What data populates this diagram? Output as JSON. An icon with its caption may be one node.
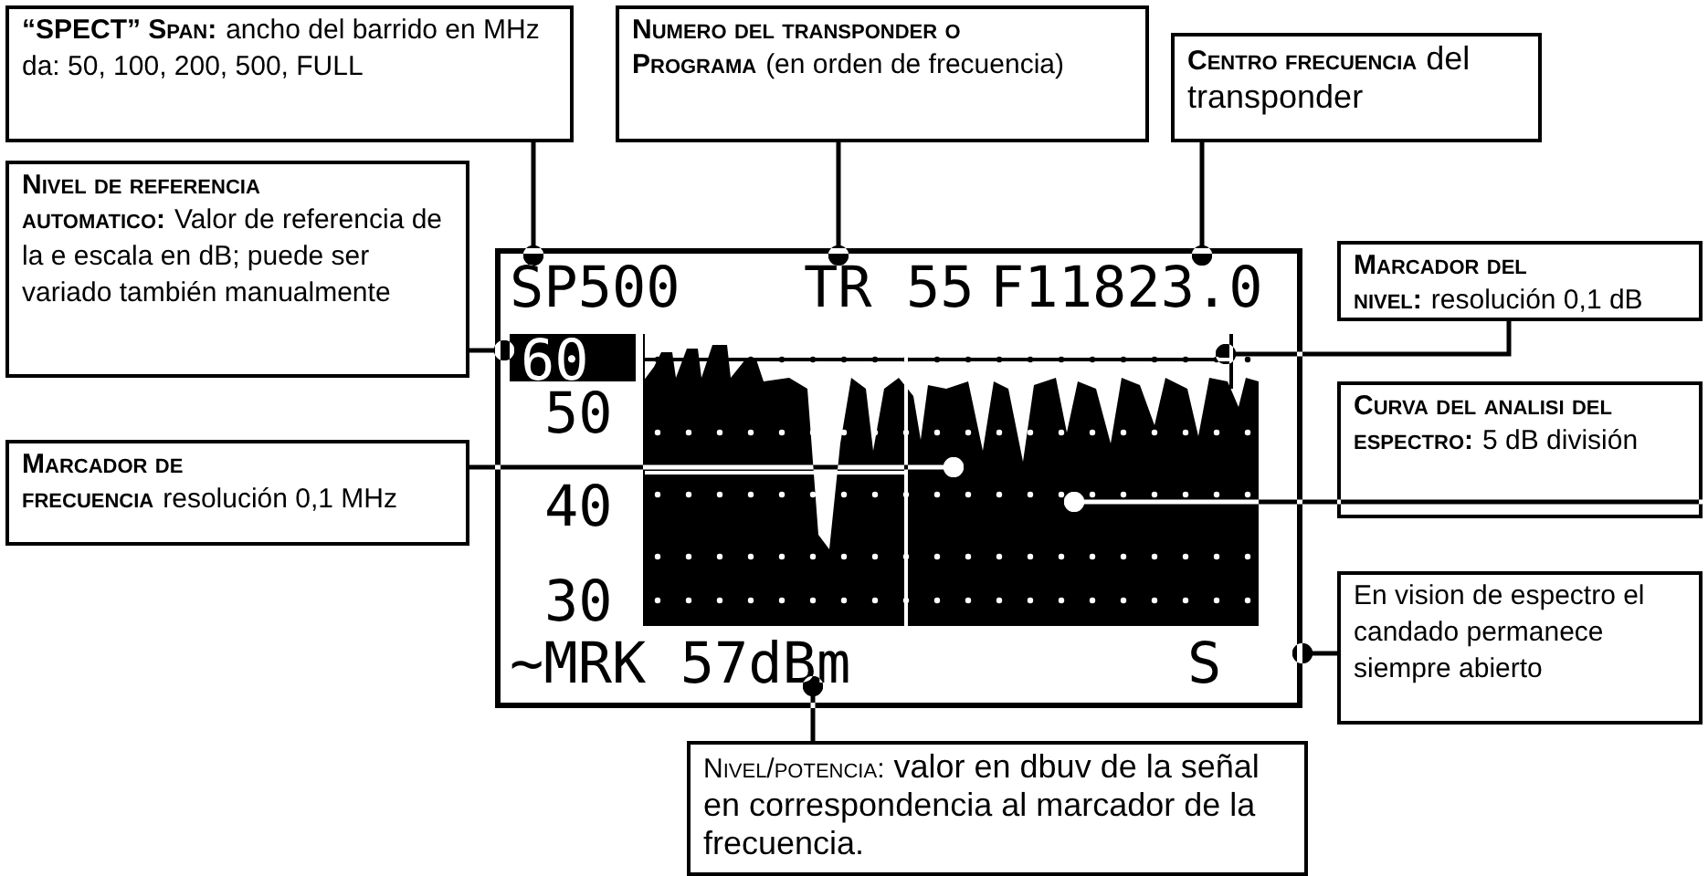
{
  "diagram": {
    "nodes": [
      {
        "text": [
          "“SPECT” Span:",
          "ancho del barrido en MHz da: 50, 100, 200, 500, FULL"
        ]
      },
      {
        "text": [
          "Numero del transponder o Programa",
          "(en orden de frecuencia)"
        ]
      },
      {
        "text": [
          "Centro frecuencia",
          "del transponder"
        ]
      },
      {
        "text": [
          "Nivel de referencia automatico:",
          "Valor de referencia de la e escala en dB; puede ser variado también manualmente"
        ]
      },
      {
        "text": [
          "Marcador del nivel:",
          "resolución 0,1 dB"
        ]
      },
      {
        "text": [
          "Marcador de frecuencia",
          "resolución 0,1 MHz"
        ]
      },
      {
        "text": [
          "Curva del analisi del espectro:",
          "5 dB división"
        ]
      },
      {
        "text": [
          "En vision de espectro el candado permanece siempre abierto"
        ]
      },
      {
        "text": [
          "Nivel/potencia:",
          "valor en dbuv de la señal en correspondencia al marcador de la frecuencia."
        ]
      },
      {
        "text": [],
        "shape": "box"
      },
      {
        "text": [
          "SP500"
        ],
        "in": 9
      },
      {
        "text": [
          "TR 55"
        ],
        "in": 9
      },
      {
        "text": [
          "F11823.0"
        ],
        "in": 9
      },
      {
        "text": [
          "60"
        ],
        "in": 9
      },
      {
        "text": [
          "50"
        ],
        "in": 9
      },
      {
        "text": [
          "40"
        ],
        "in": 9
      },
      {
        "text": [
          "30"
        ],
        "in": 9
      },
      {
        "text": [],
        "shape": "picture",
        "in": 9
      },
      {
        "text": [
          "∼MRK 57dBm"
        ],
        "in": 9
      },
      {
        "text": [
          "S"
        ],
        "in": 9
      }
    ],
    "edges": [
      {
        "from": 0,
        "to": 10,
        "arrow": "other"
      },
      {
        "from": 1,
        "to": 11,
        "arrow": "other"
      },
      {
        "from": 2,
        "to": 12,
        "arrow": "other"
      },
      {
        "from": 3,
        "to": 13,
        "arrow": "other"
      },
      {
        "from": 4,
        "to": 17,
        "arrow": "other"
      },
      {
        "from": 5,
        "to": 17,
        "arrow": "other"
      },
      {
        "from": 6,
        "to": 17,
        "arrow": "other"
      },
      {
        "from": 7,
        "to": 9,
        "arrow": "other"
      },
      {
        "from": 8,
        "to": 18,
        "arrow": "other"
      }
    ]
  }
}
